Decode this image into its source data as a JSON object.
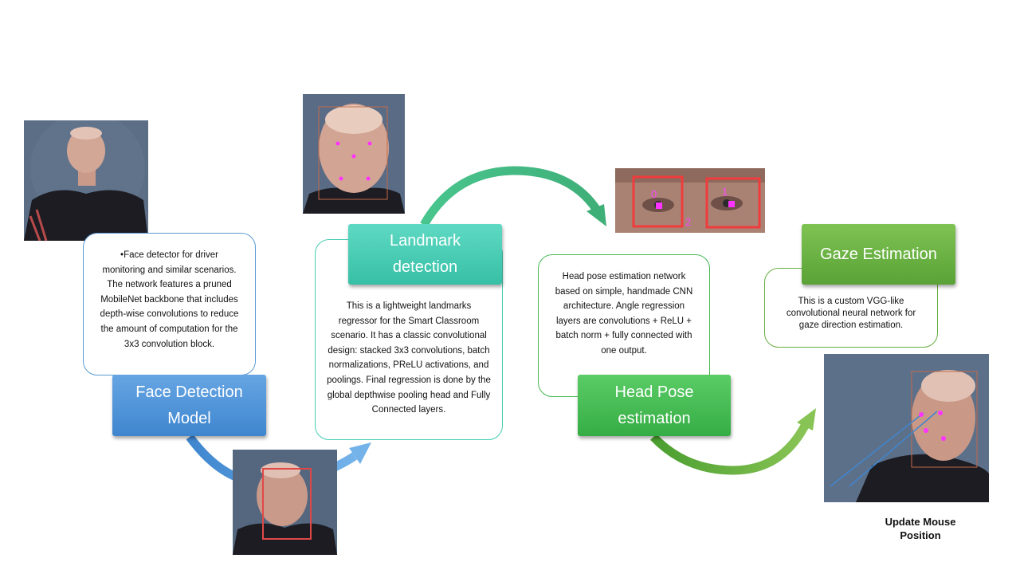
{
  "stages": {
    "face_detection": {
      "label_line1": "Face Detection",
      "label_line2": "Model",
      "color": "#4a90d9"
    },
    "landmark": {
      "label_line1": "Landmark",
      "label_line2": "detection",
      "color": "#45ccb2"
    },
    "head_pose": {
      "label_line1": "Head Pose",
      "label_line2": "estimation",
      "color": "#43b852"
    },
    "gaze": {
      "label": "Gaze Estimation",
      "color": "#68ad40"
    }
  },
  "descriptions": {
    "face_detection": "•Face detector for driver monitoring and similar scenarios. The network features a pruned MobileNet backbone that includes depth-wise convolutions to reduce the amount of computation for the 3x3 convolution block.",
    "landmark": "This is a lightweight landmarks regressor for the Smart Classroom scenario. It has a classic convolutional design: stacked 3x3 convolutions, batch normalizations, PReLU activations, and poolings. Final regression is done by the global depthwise pooling head and Fully Connected layers.",
    "head_pose": "Head pose estimation network based on simple, handmade CNN architecture. Angle regression layers are convolutions + ReLU + batch norm + fully connected with one output.",
    "gaze": "This is a custom VGG-like convolutional neural network for gaze direction estimation."
  },
  "eye_labels": {
    "left": "0",
    "right": "1",
    "nose": "2"
  },
  "output_caption": "Update Mouse Position"
}
